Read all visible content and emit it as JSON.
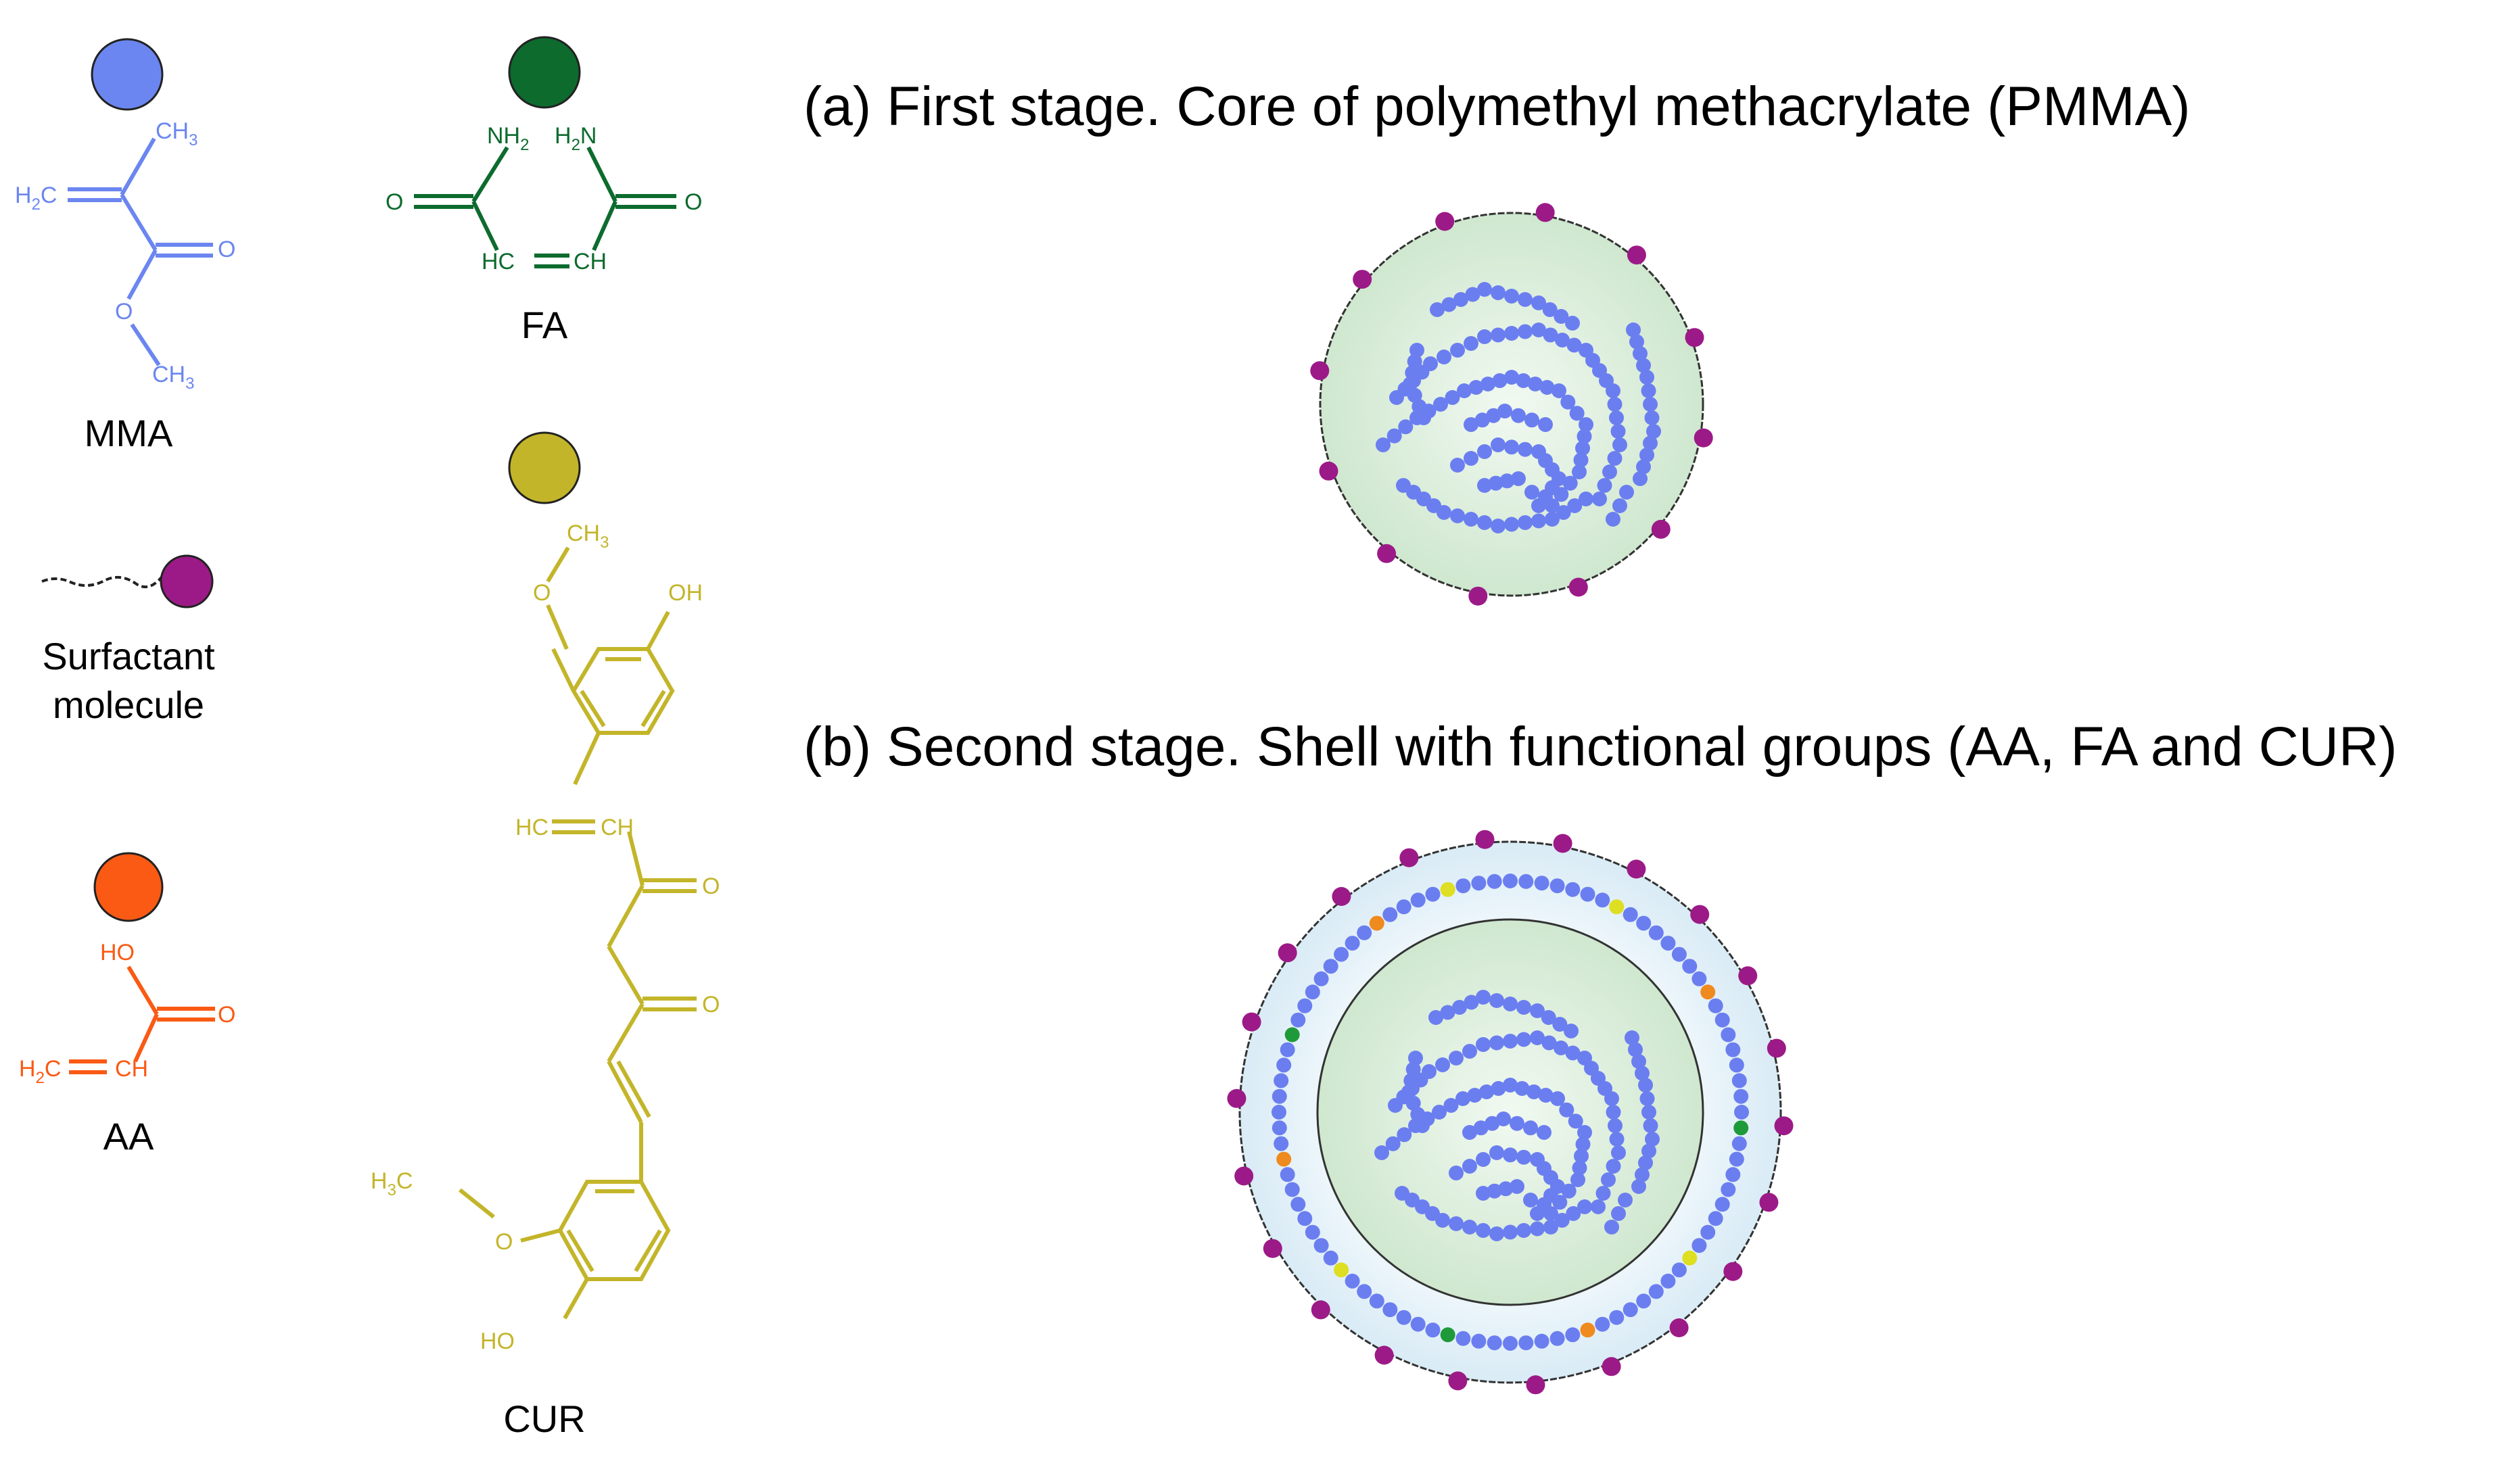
{
  "colors": {
    "mma": "#6b86f0",
    "fa": "#0d6b2e",
    "cur": "#c3b52a",
    "aa": "#fa5a14",
    "surfactant": "#9c1a87",
    "chain": "#6b7ef0",
    "core_fill": "#d4ecd4",
    "shell_fill": "#e2f0f8",
    "dot_green": "#1f9a3a",
    "dot_orange": "#ef8a1f",
    "dot_yellow": "#dede22"
  },
  "legend": {
    "mma": "MMA",
    "fa": "FA",
    "surfactant_line1": "Surfactant",
    "surfactant_line2": "molecule",
    "aa": "AA",
    "cur": "CUR"
  },
  "chem": {
    "ch3": "CH",
    "h2c": "H",
    "o": "O",
    "nh2": "NH",
    "h2n": "H",
    "hc": "HC",
    "ch": "CH",
    "ho": "HO",
    "oh": "OH",
    "sub2": "2",
    "sub3": "3",
    "c": "C",
    "n": "N"
  },
  "stages": {
    "a": "(a) First stage. Core of polymethyl methacrylate (PMMA)",
    "b": "(b) Second stage. Shell with functional groups (AA, FA and CUR)"
  }
}
